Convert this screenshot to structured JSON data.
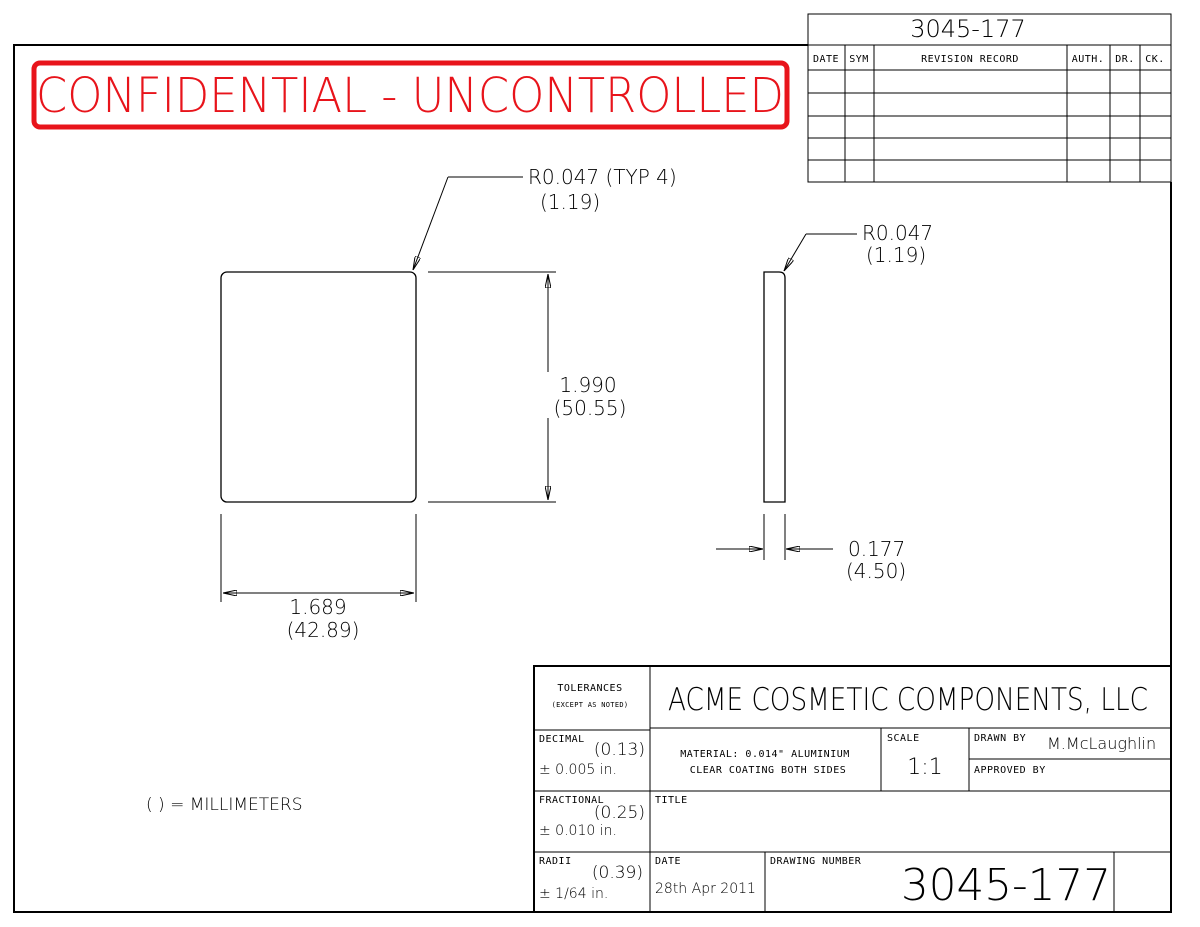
{
  "stamp": {
    "text": "CONFIDENTIAL - UNCONTROLLED",
    "color": "#e8141b"
  },
  "revision": {
    "number": "3045-177",
    "headers": {
      "date": "DATE",
      "sym": "SYM",
      "record": "REVISION RECORD",
      "auth": "AUTH.",
      "dr": "DR.",
      "ck": "CK."
    }
  },
  "dimensions": {
    "radius_typ_in": "R0.047 (TYP 4)",
    "radius_typ_mm": "(1.19)",
    "radius_side_in": "R0.047",
    "radius_side_mm": "(1.19)",
    "height_in": "1.990",
    "height_mm": "(50.55)",
    "width_in": "1.689",
    "width_mm": "(42.89)",
    "thickness_in": "0.177",
    "thickness_mm": "(4.50)"
  },
  "note": "( ) = MILLIMETERS",
  "title_block": {
    "tolerances_label": "TOLERANCES",
    "tolerances_sub": "(EXCEPT AS NOTED)",
    "company": "ACME COSMETIC COMPONENTS, LLC",
    "decimal_label": "DECIMAL",
    "decimal_mm": "(0.13)",
    "decimal_in": "± 0.005 in.",
    "material_line1": "MATERIAL: 0.014\" ALUMINIUM",
    "material_line2": "CLEAR COATING BOTH SIDES",
    "scale_label": "SCALE",
    "scale_value": "1:1",
    "drawn_by_label": "DRAWN BY",
    "drawn_by_value": "M.McLaughlin",
    "approved_by_label": "APPROVED BY",
    "fractional_label": "FRACTIONAL",
    "fractional_mm": "(0.25)",
    "fractional_in": "± 0.010 in.",
    "title_label": "TITLE",
    "radii_label": "RADII",
    "radii_mm": "(0.39)",
    "radii_in": "± 1/64 in.",
    "date_label": "DATE",
    "date_value": "28th Apr 2011",
    "drawing_number_label": "DRAWING NUMBER",
    "drawing_number": "3045-177"
  }
}
